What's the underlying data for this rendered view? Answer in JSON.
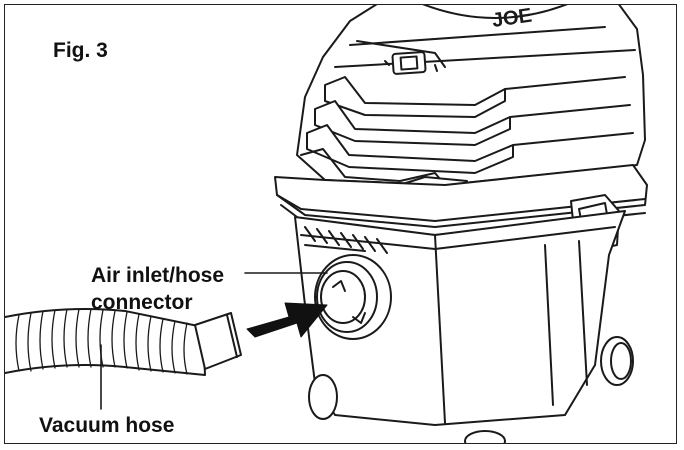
{
  "figure": {
    "title": "Fig. 3",
    "brand_fragment": "JOE"
  },
  "callouts": {
    "air_inlet_line1": "Air inlet/hose",
    "air_inlet_line2": "connector",
    "vacuum_hose": "Vacuum hose"
  },
  "colors": {
    "line": "#1a1a1a",
    "arrow": "#111111",
    "background": "#ffffff"
  }
}
